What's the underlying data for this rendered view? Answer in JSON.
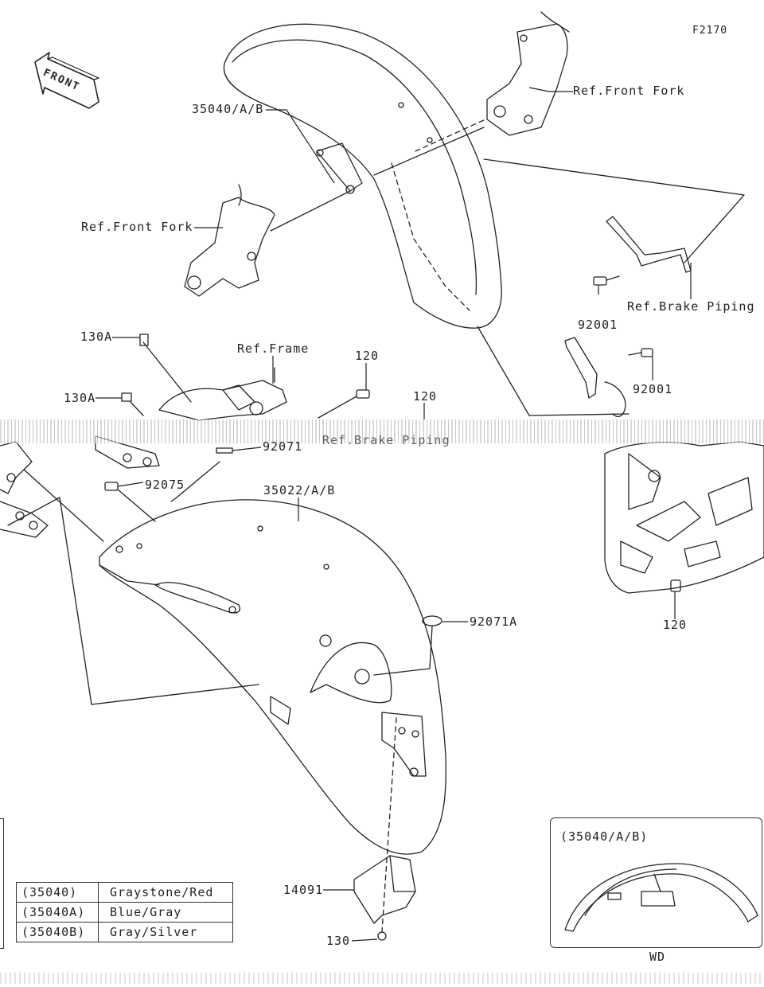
{
  "diagram_code": "F2170",
  "front_badge": "FRONT",
  "callouts": {
    "front_fender": "35040/A/B",
    "ref_front_fork_right": "Ref.Front Fork",
    "ref_front_fork_left": "Ref.Front Fork",
    "ref_brake_piping": "Ref.Brake Piping",
    "ref_brake_piping_lower": "Ref.Brake Piping",
    "bolt_92001_a": "92001",
    "bolt_92001_b": "92001",
    "ref_frame": "Ref.Frame",
    "bolt_130a_upper": "130A",
    "bolt_130a_lower": "130A",
    "bolt_120_a": "120",
    "bolt_120_b": "120",
    "bolt_120_c": "120",
    "part_92071": "92071",
    "part_92075": "92075",
    "rear_fender": "35022/A/B",
    "part_92071a": "92071A",
    "part_14091": "14091",
    "bolt_130": "130"
  },
  "color_table": [
    {
      "code": "(35040)",
      "color": "Graystone/Red"
    },
    {
      "code": "(35040A)",
      "color": "Blue/Gray"
    },
    {
      "code": "(35040B)",
      "color": "Gray/Silver"
    }
  ],
  "inset": {
    "title": "(35040/A/B)",
    "caption": "WD"
  }
}
